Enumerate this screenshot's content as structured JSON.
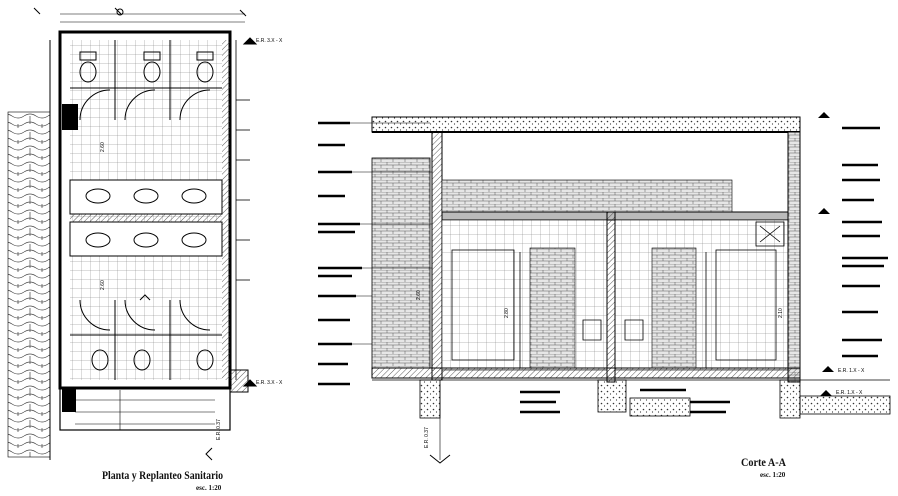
{
  "plan": {
    "title": "Planta y Replanteo Sanitario",
    "scale": "esc. 1:20",
    "level_top": "E.R. 3.X - X",
    "level_bottom": "E.R. 3.X - X",
    "dim_1": "2.60",
    "dim_2": "2.60",
    "dim_vertical": "E.R. 0.37"
  },
  "section": {
    "title": "Corte A-A",
    "scale": "esc. 1:20",
    "level_right": "E.R. 1.X - X",
    "level_bottom": "E.R. 1.X - X",
    "dim_left": "2.60",
    "dim_mid": "2.80",
    "dim_right": "2.10",
    "dim_vertical": "E.R. 0.37"
  },
  "colors": {
    "ink": "#000000",
    "background": "#ffffff"
  }
}
